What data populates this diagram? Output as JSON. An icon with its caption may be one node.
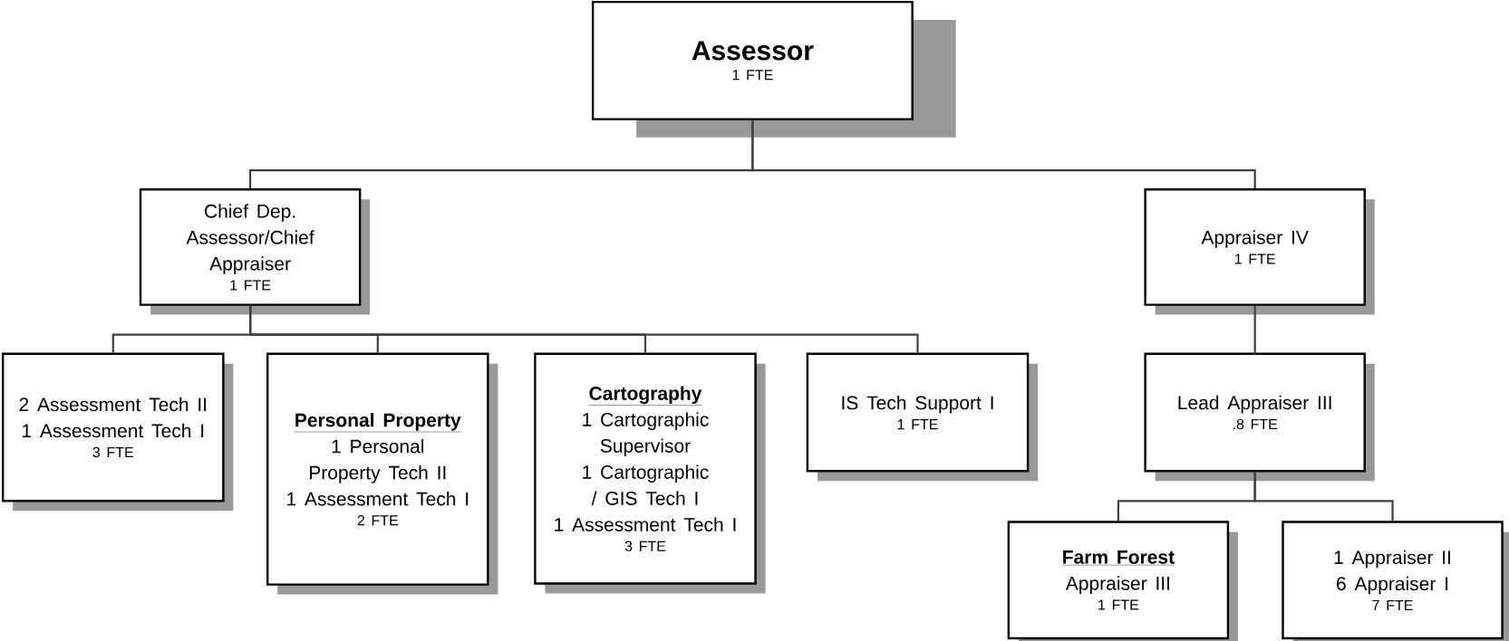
{
  "diagram": {
    "nodes": [
      {
        "text": [
          "Assessor",
          "1 FTE"
        ]
      },
      {
        "text": [
          "Chief Dep. Assessor/Chief Appraiser",
          "1 FTE"
        ]
      },
      {
        "text": [
          "Appraiser IV",
          "1 FTE"
        ]
      },
      {
        "text": [
          "2 Assessment Tech II",
          "1 Assessment Tech I",
          "3 FTE"
        ]
      },
      {
        "text": [
          "Personal Property",
          "1 Personal Property Tech II",
          "1 Assessment Tech I",
          "2 FTE"
        ]
      },
      {
        "text": [
          "Cartography",
          "1 Cartographic Supervisor",
          "1 Cartographic / GIS Tech I",
          "1 Assessment Tech I",
          "3 FTE"
        ]
      },
      {
        "text": [
          "IS Tech Support I",
          "1 FTE"
        ]
      },
      {
        "text": [
          "Lead Appraiser III",
          ".8 FTE"
        ]
      },
      {
        "text": [
          "Farm Forest",
          "Appraiser III",
          "1 FTE"
        ]
      },
      {
        "text": [
          "1 Appraiser II",
          "6 Appraiser I",
          "7 FTE"
        ]
      }
    ],
    "edges": [
      {
        "from": 0,
        "to": 1,
        "arrow": "none"
      },
      {
        "from": 0,
        "to": 2,
        "arrow": "none"
      },
      {
        "from": 1,
        "to": 3,
        "arrow": "none"
      },
      {
        "from": 1,
        "to": 4,
        "arrow": "none"
      },
      {
        "from": 1,
        "to": 5,
        "arrow": "none"
      },
      {
        "from": 1,
        "to": 6,
        "arrow": "none"
      },
      {
        "from": 2,
        "to": 7,
        "arrow": "none"
      },
      {
        "from": 7,
        "to": 8,
        "arrow": "none"
      },
      {
        "from": 7,
        "to": 9,
        "arrow": "none"
      }
    ]
  }
}
